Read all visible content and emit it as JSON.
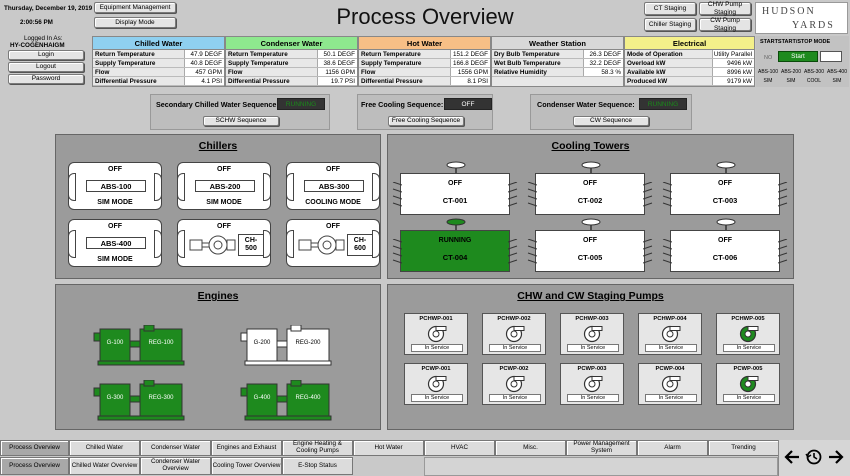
{
  "header": {
    "date": "Thursday, December 19, 2019",
    "time": "2:00:56 PM",
    "logged_in_label": "Logged In As:",
    "user": "HY-COGENHAIGM",
    "login": "Login",
    "logout": "Logout",
    "password": "Password",
    "equipment_mgmt": "Equipment Management",
    "display_mode": "Display Mode",
    "title": "Process Overview",
    "ct_staging": "CT Staging",
    "chw_pump_staging": "CHW Pump Staging",
    "chiller_staging": "Chiller Staging",
    "cw_pump_staging": "CW Pump Staging",
    "logo_top": "HUDSON",
    "logo_bottom": "YARDS"
  },
  "chilled_water": {
    "title": "Chilled Water",
    "rows": [
      {
        "k": "Return Temperature",
        "v": "47.9 DEGF"
      },
      {
        "k": "Supply Temperature",
        "v": "40.8 DEGF"
      },
      {
        "k": "Flow",
        "v": "457 GPM"
      },
      {
        "k": "Differential Pressure",
        "v": "4.1 PSI"
      }
    ]
  },
  "condenser_water": {
    "title": "Condenser Water",
    "rows": [
      {
        "k": "Return Temperature",
        "v": "50.1 DEGF"
      },
      {
        "k": "Supply Temperature",
        "v": "38.6 DEGF"
      },
      {
        "k": "Flow",
        "v": "1156 GPM"
      },
      {
        "k": "Differential Pressure",
        "v": "19.7 PSI"
      }
    ]
  },
  "hot_water": {
    "title": "Hot Water",
    "rows": [
      {
        "k": "Return Temperature",
        "v": "151.2 DEGF"
      },
      {
        "k": "Supply Temperature",
        "v": "166.8 DEGF"
      },
      {
        "k": "Flow",
        "v": "1556 GPM"
      },
      {
        "k": "Differential Pressure",
        "v": "8.1 PSI"
      }
    ]
  },
  "weather": {
    "title": "Weather Station",
    "rows": [
      {
        "k": "Dry Bulb Temperature",
        "v": "26.3 DEGF"
      },
      {
        "k": "Wet Bulb Temperature",
        "v": "32.2 DEGF"
      },
      {
        "k": "Relative Humidity",
        "v": "58.3 %"
      }
    ]
  },
  "electrical": {
    "title": "Electrical",
    "rows": [
      {
        "k": "Mode of Operation",
        "v": "Utility Parallel"
      },
      {
        "k": "Overload kW",
        "v": "9496 kW"
      },
      {
        "k": "Available kW",
        "v": "8996 kW"
      },
      {
        "k": "Produced kW",
        "v": "9179 kW"
      }
    ]
  },
  "startstop": {
    "title": "STARTSTART/STOP MODE",
    "no": "NO",
    "start": "Start",
    "abs": [
      "ABS-100",
      "ABS-200",
      "ABS-300",
      "ABS-400"
    ],
    "modes": [
      "SIM",
      "SIM",
      "COOL",
      "SIM"
    ]
  },
  "sequences": {
    "schw_label": "Secondary Chilled Water Sequence:",
    "schw_state": "RUNNING",
    "schw_btn": "SCHW Sequence",
    "fc_label": "Free Cooling Sequence:",
    "fc_state": "OFF",
    "fc_btn": "Free Cooling Sequence",
    "cw_label": "Condenser Water Sequence:",
    "cw_state": "RUNNING",
    "cw_btn": "CW Sequence"
  },
  "chillers": {
    "title": "Chillers",
    "items": [
      {
        "state": "OFF",
        "name": "ABS-100",
        "mode": "SIM MODE"
      },
      {
        "state": "OFF",
        "name": "ABS-200",
        "mode": "SIM MODE"
      },
      {
        "state": "OFF",
        "name": "ABS-300",
        "mode": "COOLING MODE"
      },
      {
        "state": "OFF",
        "name": "ABS-400",
        "mode": "SIM MODE"
      },
      {
        "state": "OFF",
        "name": "CH-500",
        "mode": ""
      },
      {
        "state": "OFF",
        "name": "CH-600",
        "mode": ""
      }
    ]
  },
  "towers": {
    "title": "Cooling Towers",
    "items": [
      {
        "state": "OFF",
        "name": "CT-001"
      },
      {
        "state": "OFF",
        "name": "CT-002"
      },
      {
        "state": "OFF",
        "name": "CT-003"
      },
      {
        "state": "RUNNING",
        "name": "CT-004"
      },
      {
        "state": "OFF",
        "name": "CT-005"
      },
      {
        "state": "OFF",
        "name": "CT-006"
      }
    ]
  },
  "engines": {
    "title": "Engines",
    "items": [
      {
        "gen": "G-100",
        "reg": "REG-100"
      },
      {
        "gen": "G-200",
        "reg": "REG-200"
      },
      {
        "gen": "G-300",
        "reg": "REG-300"
      },
      {
        "gen": "G-400",
        "reg": "REG-400"
      }
    ]
  },
  "pumps": {
    "title": "CHW and CW Staging Pumps",
    "items": [
      {
        "name": "PCHWP-001",
        "state": "In Service"
      },
      {
        "name": "PCHWP-002",
        "state": "In Service"
      },
      {
        "name": "PCHWP-003",
        "state": "In Service"
      },
      {
        "name": "PCHWP-004",
        "state": "In Service"
      },
      {
        "name": "PCHWP-005",
        "state": "In Service"
      },
      {
        "name": "PCWP-001",
        "state": "In Service"
      },
      {
        "name": "PCWP-002",
        "state": "In Service"
      },
      {
        "name": "PCWP-003",
        "state": "In Service"
      },
      {
        "name": "PCWP-004",
        "state": "In Service"
      },
      {
        "name": "PCWP-005",
        "state": "In Service"
      }
    ]
  },
  "nav": {
    "row1": [
      "Process Overview",
      "Chilled Water",
      "Condenser Water",
      "Engines and Exhaust",
      "Engine Heating & Cooling Pumps",
      "Hot Water",
      "HVAC",
      "Misc.",
      "Power Management System",
      "Alarm",
      "Trending"
    ],
    "row2": [
      "Process Overview",
      "Chilled Water Overview",
      "Condenser Water Overview",
      "Cooling Tower Overview",
      "E-Stop Status"
    ]
  },
  "colors": {
    "running": "#1e8a1e",
    "chw": "#8fd0f0",
    "cdw": "#8ee88e",
    "hw": "#f7bf86",
    "weather": "#d8d8d8",
    "elec": "#f4f08a"
  }
}
